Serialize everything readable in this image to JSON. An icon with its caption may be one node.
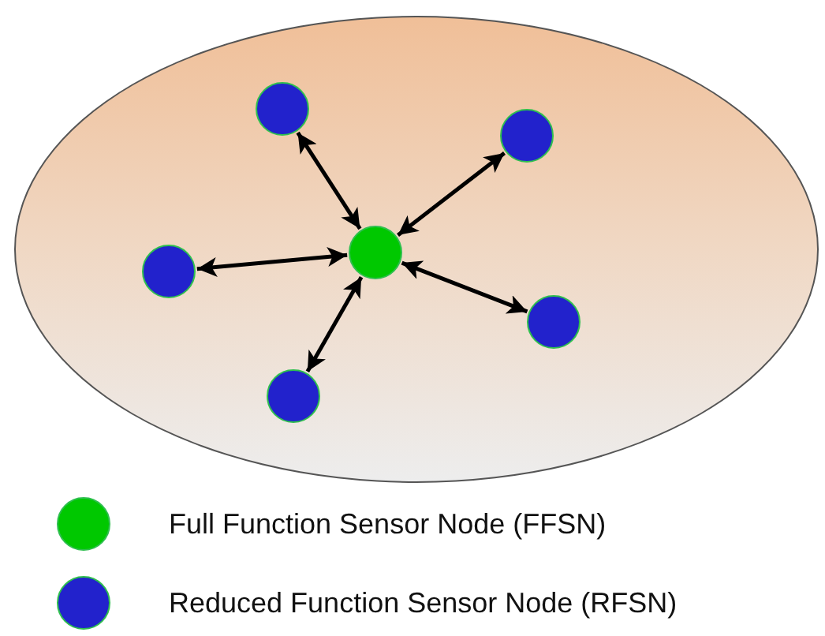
{
  "diagram": {
    "nodes": [
      {
        "text": [],
        "shape": "ellipse"
      },
      {
        "text": [],
        "shape": "circle",
        "in": 0
      },
      {
        "text": [],
        "shape": "circle",
        "in": 0
      },
      {
        "text": [],
        "shape": "circle",
        "in": 0
      },
      {
        "text": [],
        "shape": "circle",
        "in": 0
      },
      {
        "text": [],
        "shape": "circle",
        "in": 0
      },
      {
        "text": [],
        "shape": "circle",
        "in": 0
      }
    ],
    "edges": [
      {
        "from": 3,
        "to": 1,
        "arrow": "both"
      },
      {
        "from": 3,
        "to": 2,
        "arrow": "both"
      },
      {
        "from": 3,
        "to": 4,
        "arrow": "both"
      },
      {
        "from": 3,
        "to": 5,
        "arrow": "both"
      },
      {
        "from": 3,
        "to": 6,
        "arrow": "both"
      }
    ],
    "legend": [
      {
        "text": "Full Function Sensor Node (FFSN)",
        "color": "#00c800"
      },
      {
        "text": "Reduced Function Sensor Node (RFSN)",
        "color": "#2222cc"
      }
    ]
  }
}
